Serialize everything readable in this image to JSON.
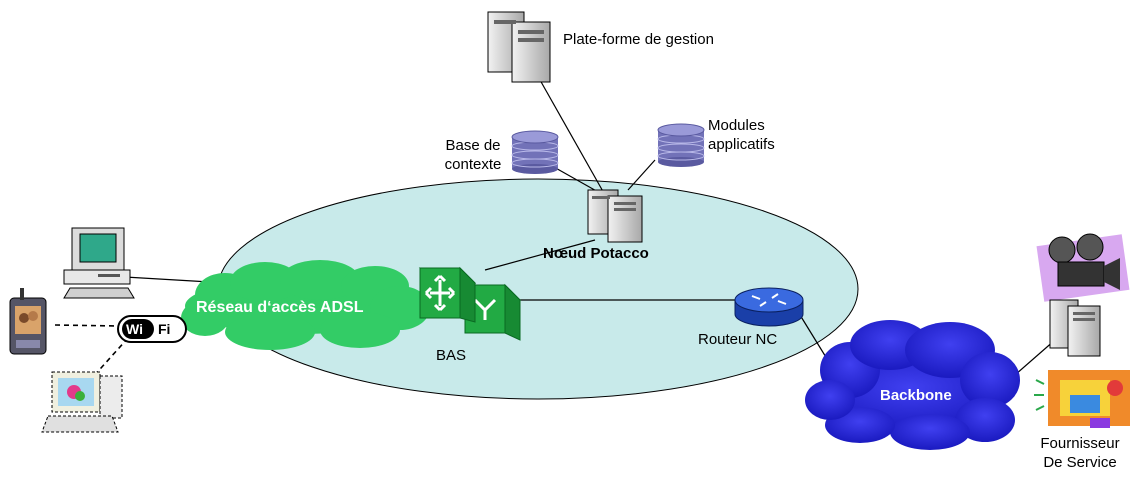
{
  "labels": {
    "management_platform": "Plate-forme de gestion",
    "context_base_line1": "Base de",
    "context_base_line2": "contexte",
    "app_modules_line1": "Modules",
    "app_modules_line2": "applicatifs",
    "potacco_node": "Nœud Potacco",
    "adsl_access_network": "Réseau d‘accès ADSL",
    "bas": "BAS",
    "nc_router": "Routeur NC",
    "backbone": "Backbone",
    "service_provider_line1": "Fournisseur",
    "service_provider_line2": "De Service",
    "wifi_left": "Wi",
    "wifi_right": "Fi"
  },
  "colors": {
    "ellipse_fill": "#c8eaea",
    "adsl_cloud": "#33cc66",
    "backbone_cloud": "#2323d8",
    "database": "#7272b8",
    "router": "#2a5bd8",
    "switch": "#22aa44"
  }
}
